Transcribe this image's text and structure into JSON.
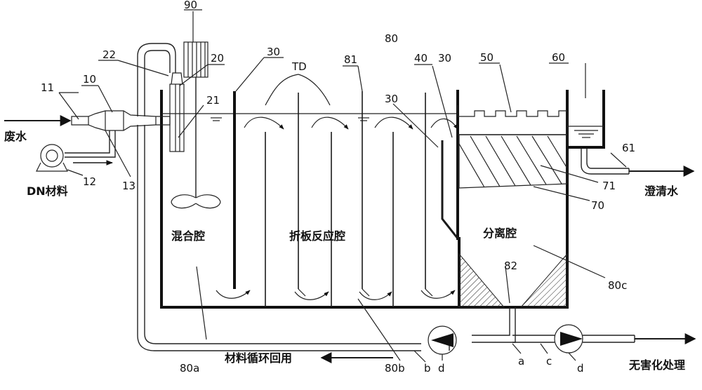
{
  "labels": {
    "n90": "90",
    "n22": "22",
    "n20": "20",
    "n30a": "30",
    "n80": "80",
    "n40": "40",
    "n30b": "30",
    "n50": "50",
    "n60": "60",
    "n11": "11",
    "n10": "10",
    "n21": "21",
    "nTD": "TD",
    "n81": "81",
    "n30c": "30",
    "n12": "12",
    "n13": "13",
    "n61": "61",
    "n71": "71",
    "n70": "70",
    "n82": "82",
    "n80c": "80c",
    "n80a": "80a",
    "n80b": "80b",
    "nb": "b",
    "na": "a",
    "nc": "c",
    "nd1": "d",
    "nd2": "d"
  },
  "zones": {
    "wastewater": "废水",
    "dn_material": "DN材料",
    "mixing": "混合腔",
    "baffle": "折板反应腔",
    "separation": "分离腔",
    "clear_water": "澄清水",
    "recycle": "材料循环回用",
    "harmless": "无害化处理"
  },
  "colors": {
    "line": "#1a1a1a",
    "background": "#ffffff"
  }
}
